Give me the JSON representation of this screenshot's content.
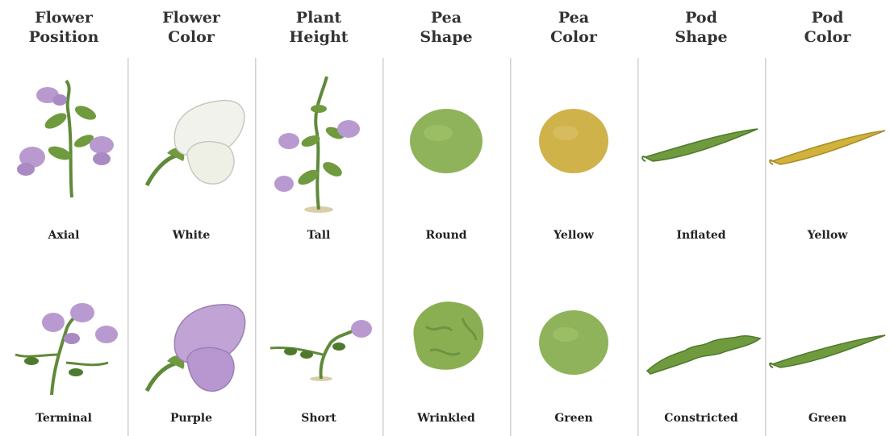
{
  "columns": [
    {
      "title": "Flower\nPosition",
      "top_label": "Axial",
      "bottom_label": "Terminal"
    },
    {
      "title": "Flower\nColor",
      "top_label": "White",
      "bottom_label": "Purple"
    },
    {
      "title": "Plant\nHeight",
      "top_label": "Tall",
      "bottom_label": "Short"
    },
    {
      "title": "Pea\nShape",
      "top_label": "Round",
      "bottom_label": "Wrinkled"
    },
    {
      "title": "Pea\nColor",
      "top_label": "Yellow",
      "bottom_label": "Green"
    },
    {
      "title": "Pod\nShape",
      "top_label": "Inflated",
      "bottom_label": "Constricted"
    },
    {
      "title": "Pod\nColor",
      "top_label": "Yellow",
      "bottom_label": "Green"
    }
  ],
  "colors": {
    "stem": "#5f8a3a",
    "leaf": "#6f9a3e",
    "purple_flower": "#b99ad0",
    "white_flower": "#f1f2ec",
    "pea_green": "#8fb35a",
    "pea_yellow": "#cfb24a",
    "pod_green": "#6f9a3e",
    "pod_yellow": "#d1b23a"
  }
}
